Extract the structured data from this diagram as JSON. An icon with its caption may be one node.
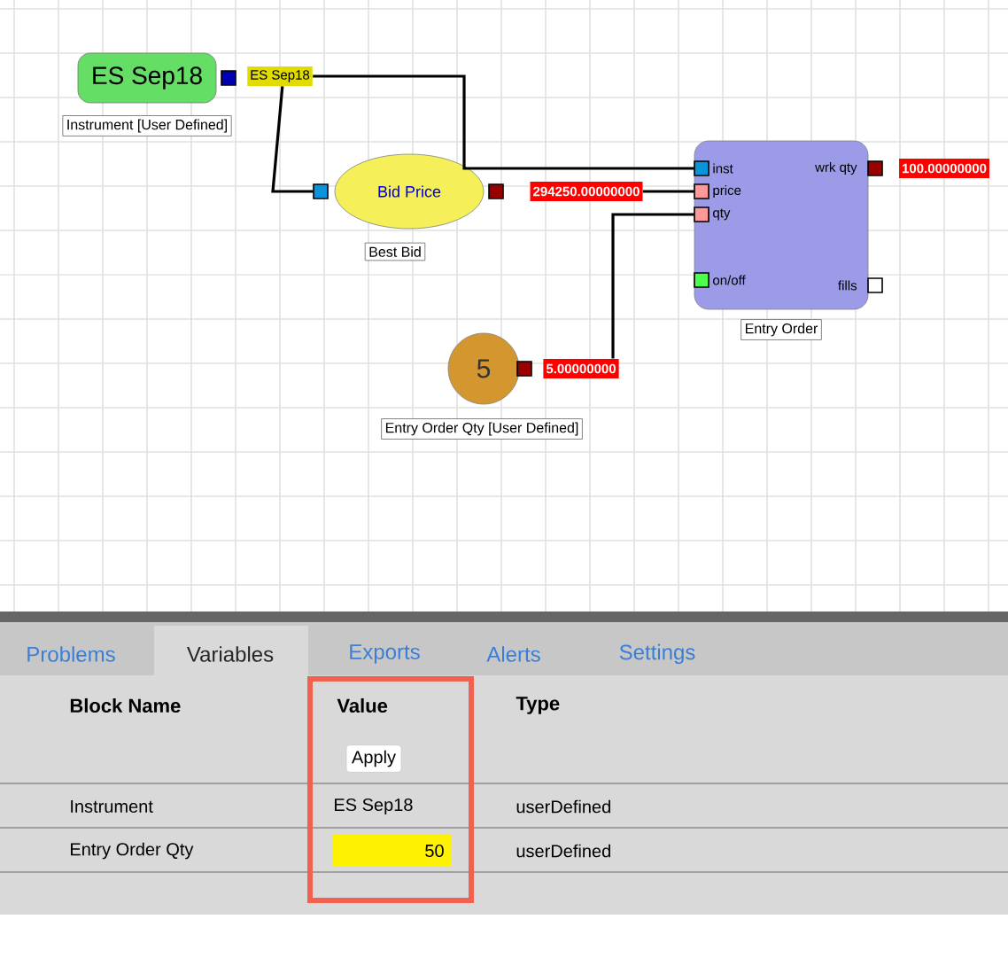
{
  "diagram": {
    "nodes": [
      {
        "text": [
          "ES Sep18"
        ],
        "beside": [
          "Instrument [User Defined]"
        ]
      },
      {
        "text": [
          "ES Sep18"
        ]
      },
      {
        "text": [
          "Bid Price"
        ],
        "beside": [
          "Best Bid"
        ]
      },
      {
        "text": [
          "294250.00000000"
        ]
      },
      {
        "text": [
          "inst",
          "price",
          "qty",
          "on/off",
          "wrk qty",
          "fills"
        ],
        "beside": [
          "Entry Order"
        ]
      },
      {
        "text": [
          "100.00000000"
        ]
      },
      {
        "text": [
          "5"
        ],
        "beside": [
          "Entry Order Qty [User Defined]"
        ]
      },
      {
        "text": [
          "5.00000000"
        ]
      }
    ],
    "edges": [
      {
        "from": 1,
        "to": 4,
        "arrow": "none"
      },
      {
        "from": 1,
        "to": 2,
        "arrow": "none"
      },
      {
        "from": 3,
        "to": 4,
        "arrow": "none"
      },
      {
        "from": 7,
        "to": 4,
        "arrow": "none"
      }
    ],
    "labels": [
      "Problems",
      "Variables",
      "Exports",
      "Alerts",
      "Settings",
      "Block Name",
      "Value",
      "Type",
      "Apply",
      "Instrument",
      "ES Sep18",
      "userDefined",
      "Entry Order Qty",
      "50",
      "userDefined"
    ]
  }
}
